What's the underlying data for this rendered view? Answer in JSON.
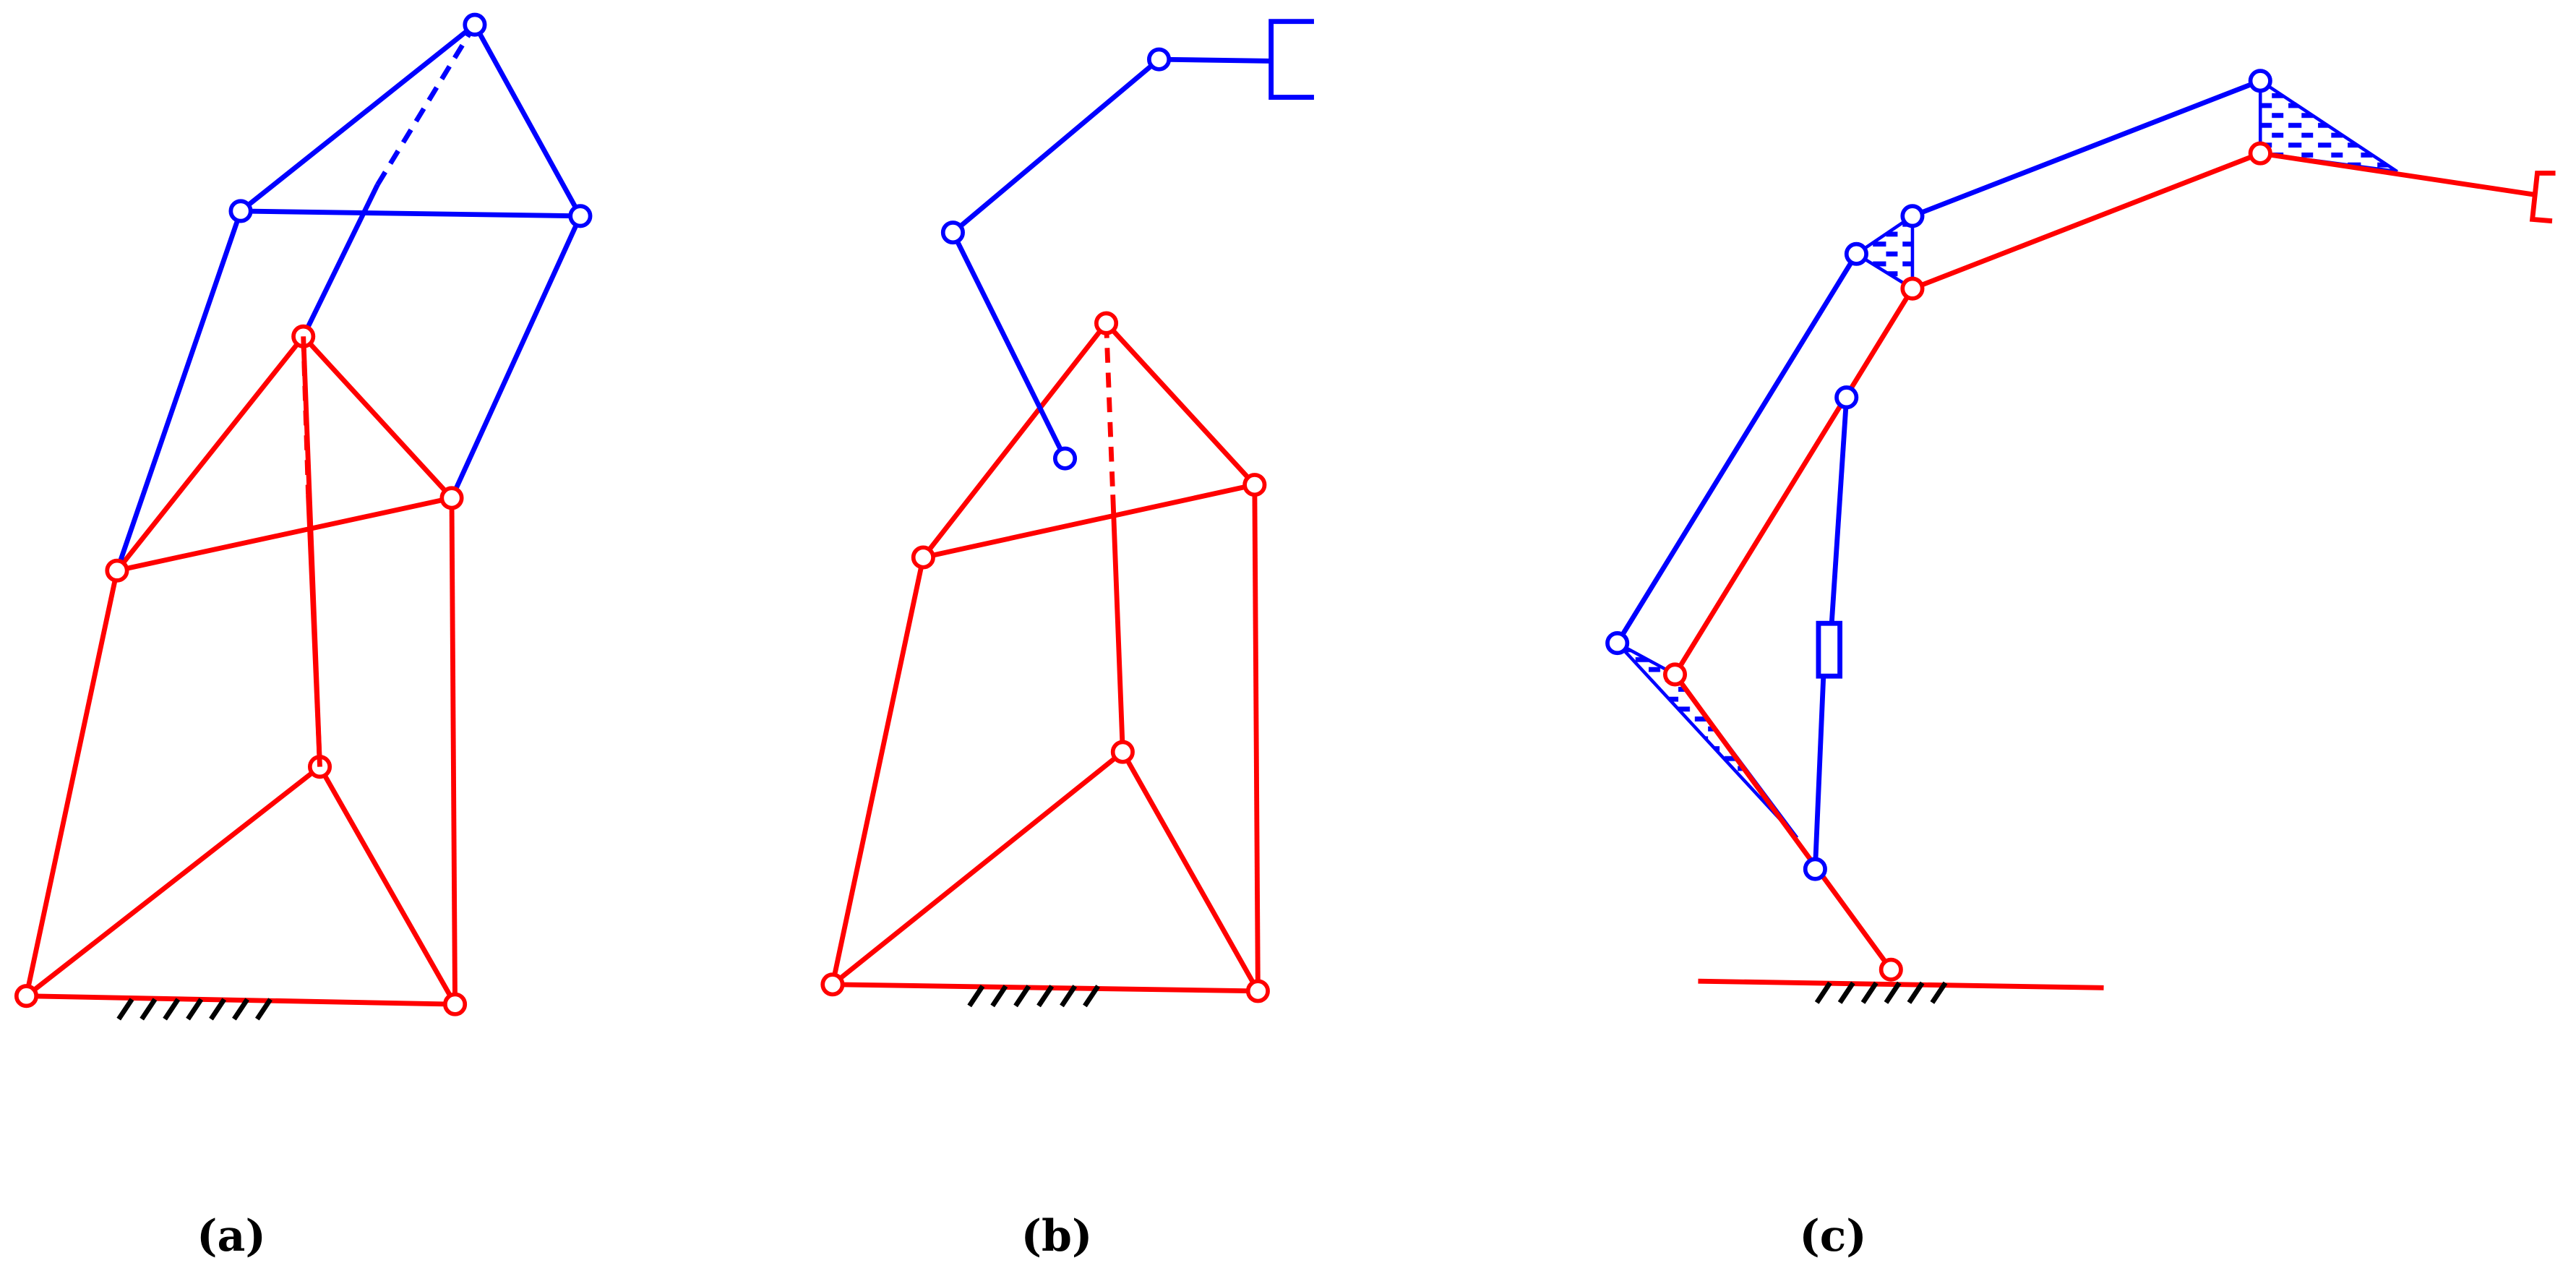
{
  "figure": {
    "colors": {
      "upper_mechanism": "#0000ff",
      "lower_mechanism": "#ff0000",
      "ground": "#000000",
      "background": "#ffffff"
    },
    "panels": [
      {
        "id": "a",
        "label": "(a)"
      },
      {
        "id": "b",
        "label": "(b)"
      },
      {
        "id": "c",
        "label": "(c)"
      }
    ]
  }
}
